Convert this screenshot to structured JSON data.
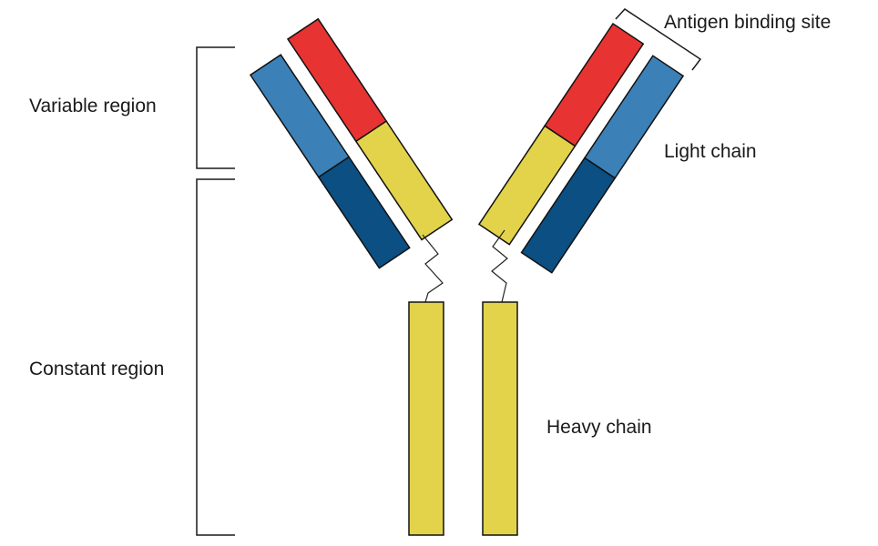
{
  "labels": {
    "variable_region": "Variable region",
    "constant_region": "Constant region",
    "antigen_binding_site": "Antigen binding site",
    "light_chain": "Light chain",
    "heavy_chain": "Heavy chain"
  },
  "colors": {
    "heavy_variable": "#e83333",
    "heavy_constant": "#e2d34b",
    "light_variable": "#3b80b7",
    "light_constant": "#0b4f83",
    "outline": "#111111",
    "text": "#1a1a1a"
  }
}
